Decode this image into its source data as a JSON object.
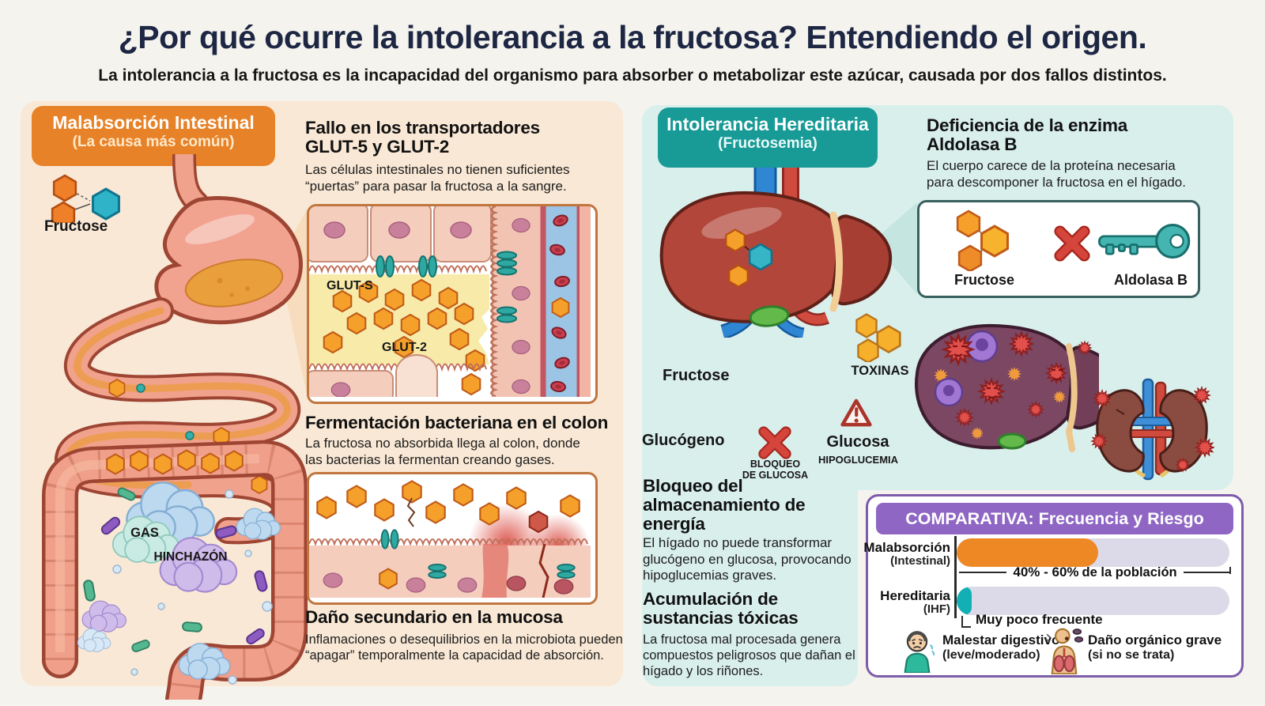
{
  "title": "¿Por qué ocurre la intolerancia a la fructosa? Entendiendo el origen.",
  "subtitle": "La intolerancia a la fructosa es la incapacidad del organismo para absorber o metabolizar este azúcar, causada por dos fallos distintos.",
  "left": {
    "header_title": "Malabsorción Intestinal",
    "header_subtitle": "(La causa más común)",
    "fructose_label": "Fructose",
    "glut5_label": "GLUT-S",
    "glut2_label": "GLUT-2",
    "gas_label": "GAS",
    "bloating_label": "HINCHAZÓN",
    "s1_heading": "Fallo en los transportadores GLUT-5 y GLUT-2",
    "s1_body": "Las células intestinales no tienen suficientes “puertas” para pasar la fructosa a la sangre.",
    "s2_heading": "Fermentación bacteriana en el colon",
    "s2_body": "La fructosa no absorbida llega al colon, donde las bacterias la fermentan creando gases.",
    "s3_heading": "Daño secundario en la mucosa",
    "s3_body": "Inflamaciones o desequilibrios en la microbiota pueden “apagar” temporalmente la capacidad de absorción."
  },
  "right": {
    "header_title": "Intolerancia Hereditaria",
    "header_subtitle": "(Fructosemia)",
    "s1_heading": "Deficiencia de la enzima Aldolasa B",
    "s1_body": "El cuerpo carece de la proteína necesaria para descomponer la fructosa en el hígado.",
    "box_fructose_label": "Fructose",
    "box_aldolase_label": "Aldolasa B",
    "fructose_label": "Fructose",
    "toxins_label": "TOXINAS",
    "glycogen_label": "Glucógeno",
    "block_line1": "BLOQUEO",
    "block_line2": "DE GLUCOSA",
    "glucose_label": "Glucosa",
    "hypoglycemia_label": "HIPOGLUCEMIA",
    "s2_heading": "Bloqueo del almacenamiento de energía",
    "s2_body": "El hígado no puede transformar glucógeno en glucosa, provocando hipoglucemias graves.",
    "s3_heading": "Acumulación de sustancias tóxicas",
    "s3_body": "La fructosa mal procesada genera compuestos peligrosos que dañan el hígado y los riñones."
  },
  "comparison": {
    "title": "COMPARATIVA: Frecuencia y Riesgo",
    "row1_label": "Malabsorción",
    "row1_sublabel": "(Intestinal)",
    "row1_annotation_bold": "40% - 60%",
    "row1_annotation_rest": "de la población",
    "row2_label": "Hereditaria",
    "row2_sublabel": "(IHF)",
    "row2_annotation": "Muy poco frecuente",
    "legend1_bold": "Malestar digestivo",
    "legend1_rest": "(leve/moderado)",
    "legend2_bold": "Daño orgánico grave",
    "legend2_rest": "(si no se trata)",
    "chart": {
      "type": "bar",
      "categories": [
        "Malabsorción (Intestinal)",
        "Hereditaria (IHF)"
      ],
      "values_pct_of_track": [
        52,
        5.5
      ],
      "colors": [
        "#ee8824",
        "#12b0b4"
      ],
      "annotations": [
        "40% - 60% de la población",
        "Muy poco frecuente"
      ]
    }
  },
  "palette": {
    "page_bg": "#f5f3ee",
    "left_panel_bg": "#f9e8d5",
    "left_header_bg": "#e78228",
    "right_panel_bg": "#d9efec",
    "right_header_bg": "#189a96",
    "comparison_header_bg": "#8f66c4",
    "comparison_border": "#7d5cab",
    "bar_track": "#dcdae8",
    "bar_malabsorption": "#ee8824",
    "bar_hereditary": "#12b0b4",
    "title_color": "#1d2743",
    "fructose_orange": "#f5a02b",
    "transporter_teal": "#2fa8a2",
    "alert_red": "#d6453c"
  }
}
